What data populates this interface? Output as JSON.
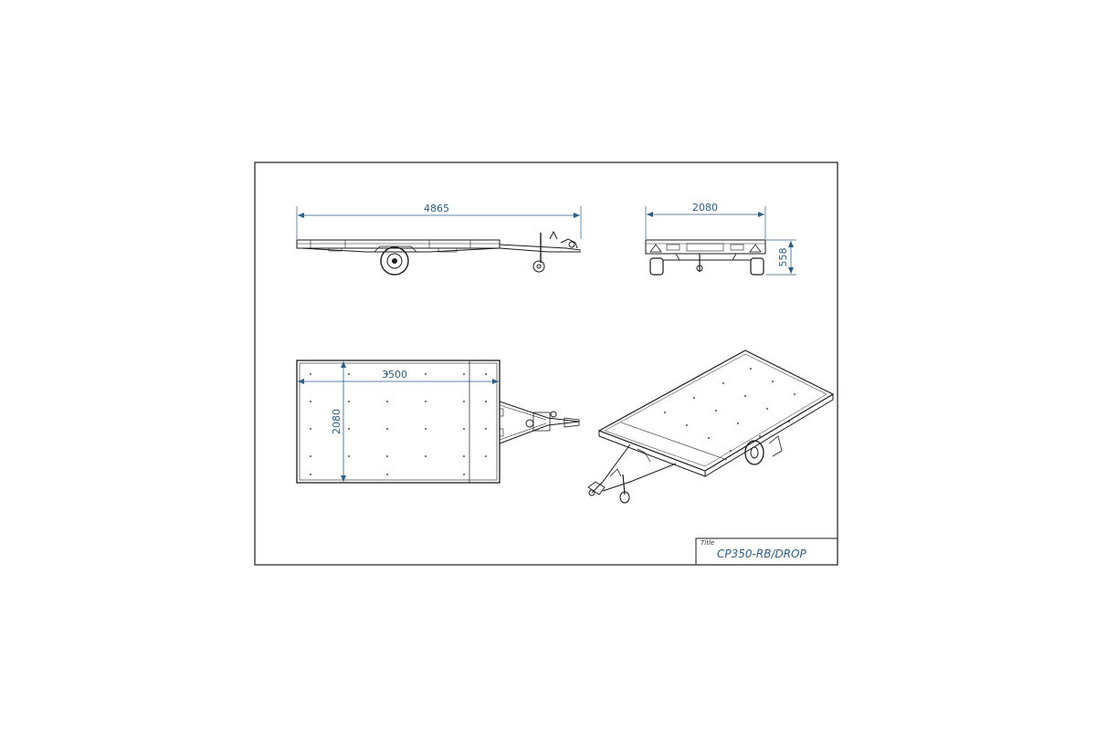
{
  "colors": {
    "line": "#1a1a1a",
    "dimension": "#2e5e86",
    "paper": "#ffffff"
  },
  "dimensions": {
    "side_length": "4865",
    "end_width": "2080",
    "end_height": "558",
    "plan_length": "3500",
    "plan_width": "2080"
  },
  "title_block": {
    "label": "Title",
    "value": "CP350-RB/DROP"
  }
}
